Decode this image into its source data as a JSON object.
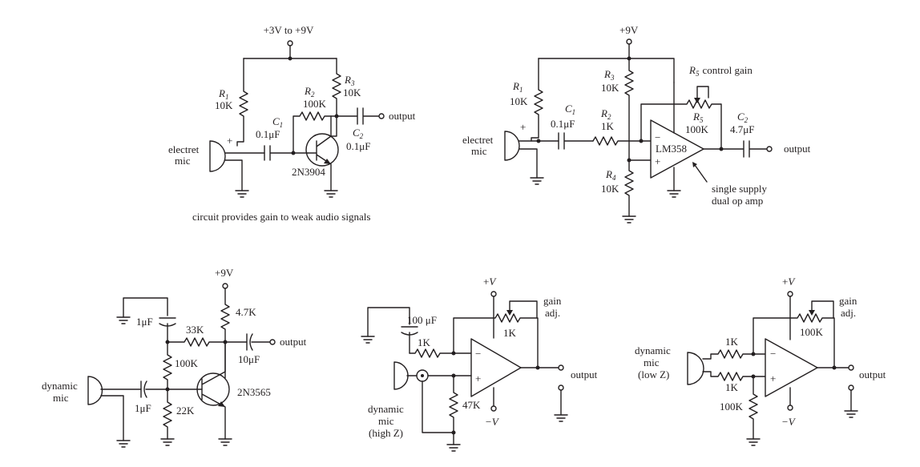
{
  "circuit1": {
    "supply": "+3V to +9V",
    "r1_name": "R",
    "r1_sub": "1",
    "r1_val": "10K",
    "r2_name": "R",
    "r2_sub": "2",
    "r2_val": "100K",
    "r3_name": "R",
    "r3_sub": "3",
    "r3_val": "10K",
    "c1_name": "C",
    "c1_sub": "1",
    "c1_val": "0.1μF",
    "c2_name": "C",
    "c2_sub": "2",
    "c2_val": "0.1μF",
    "transistor": "2N3904",
    "output": "output",
    "mic_line1": "electret",
    "mic_line2": "mic",
    "caption": "circuit provides gain to weak audio signals"
  },
  "circuit2": {
    "supply": "+9V",
    "r1_name": "R",
    "r1_sub": "1",
    "r1_val": "10K",
    "r2_name": "R",
    "r2_sub": "2",
    "r2_val": "1K",
    "r3_name": "R",
    "r3_sub": "3",
    "r3_val": "10K",
    "r4_name": "R",
    "r4_sub": "4",
    "r4_val": "10K",
    "r5_name": "R",
    "r5_sub": "5",
    "r5_val": "100K",
    "r5_note_name": "R",
    "r5_note_sub": "5",
    "r5_note_text": "control gain",
    "c1_name": "C",
    "c1_sub": "1",
    "c1_val": "0.1μF",
    "c2_name": "C",
    "c2_sub": "2",
    "c2_val": "4.7μF",
    "opamp": "LM358",
    "output": "output",
    "mic_line1": "electret",
    "mic_line2": "mic",
    "note_line1": "single supply",
    "note_line2": "dual op amp"
  },
  "circuit3": {
    "supply": "+9V",
    "c_top": "1μF",
    "c_in": "1μF",
    "c_out": "10μF",
    "r_33k": "33K",
    "r_100k": "100K",
    "r_22k": "22K",
    "r_47k": "4.7K",
    "transistor": "2N3565",
    "output": "output",
    "mic_line1": "dynamic",
    "mic_line2": "mic"
  },
  "circuit4": {
    "supply_pos": "+V",
    "supply_neg": "−V",
    "cap": "100 μF",
    "r_in": "1K",
    "r_47k": "47K",
    "pot": "1K",
    "gain_line1": "gain",
    "gain_line2": "adj.",
    "output": "output",
    "mic_line1": "dynamic",
    "mic_line2": "mic",
    "mic_line3": "(high Z)"
  },
  "circuit5": {
    "supply_pos": "+V",
    "supply_neg": "−V",
    "r_top": "1K",
    "r_bot": "1K",
    "r_gnd": "100K",
    "pot": "100K",
    "gain_line1": "gain",
    "gain_line2": "adj.",
    "output": "output",
    "mic_line1": "dynamic",
    "mic_line2": "mic",
    "mic_line3": "(low Z)"
  },
  "signs": {
    "minus": "−",
    "plus": "+"
  }
}
